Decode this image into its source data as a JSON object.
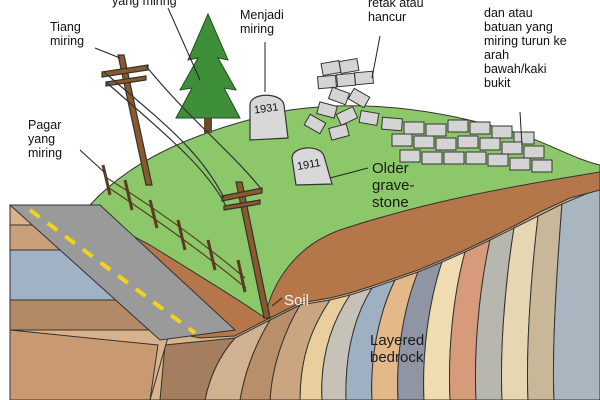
{
  "labels": {
    "top_left_cut": "yang miring",
    "tilted_pole": "Tiang\nmiring",
    "tilted_fence": "Pagar\nyang\nmiring",
    "becomes_tilted": "Menjadi\nmiring",
    "cracked": "retak atau\nhancur",
    "rocks_tilted": "dan atau\nbatuan yang\nmiring turun ke\narah\nbawah/kaki\nbukit",
    "older_gravestone": "Older\ngrave-\nstone",
    "soil": "Soil",
    "layered_bedrock": "Layered\nbedrock"
  },
  "gravestones": {
    "back": "1931",
    "front": "1911"
  },
  "colors": {
    "grass": "#8cc86a",
    "soil": "#b5764a",
    "road": "#9a9a9a",
    "road_line": "#f2d21b",
    "tree": "#3f8f3a"
  }
}
